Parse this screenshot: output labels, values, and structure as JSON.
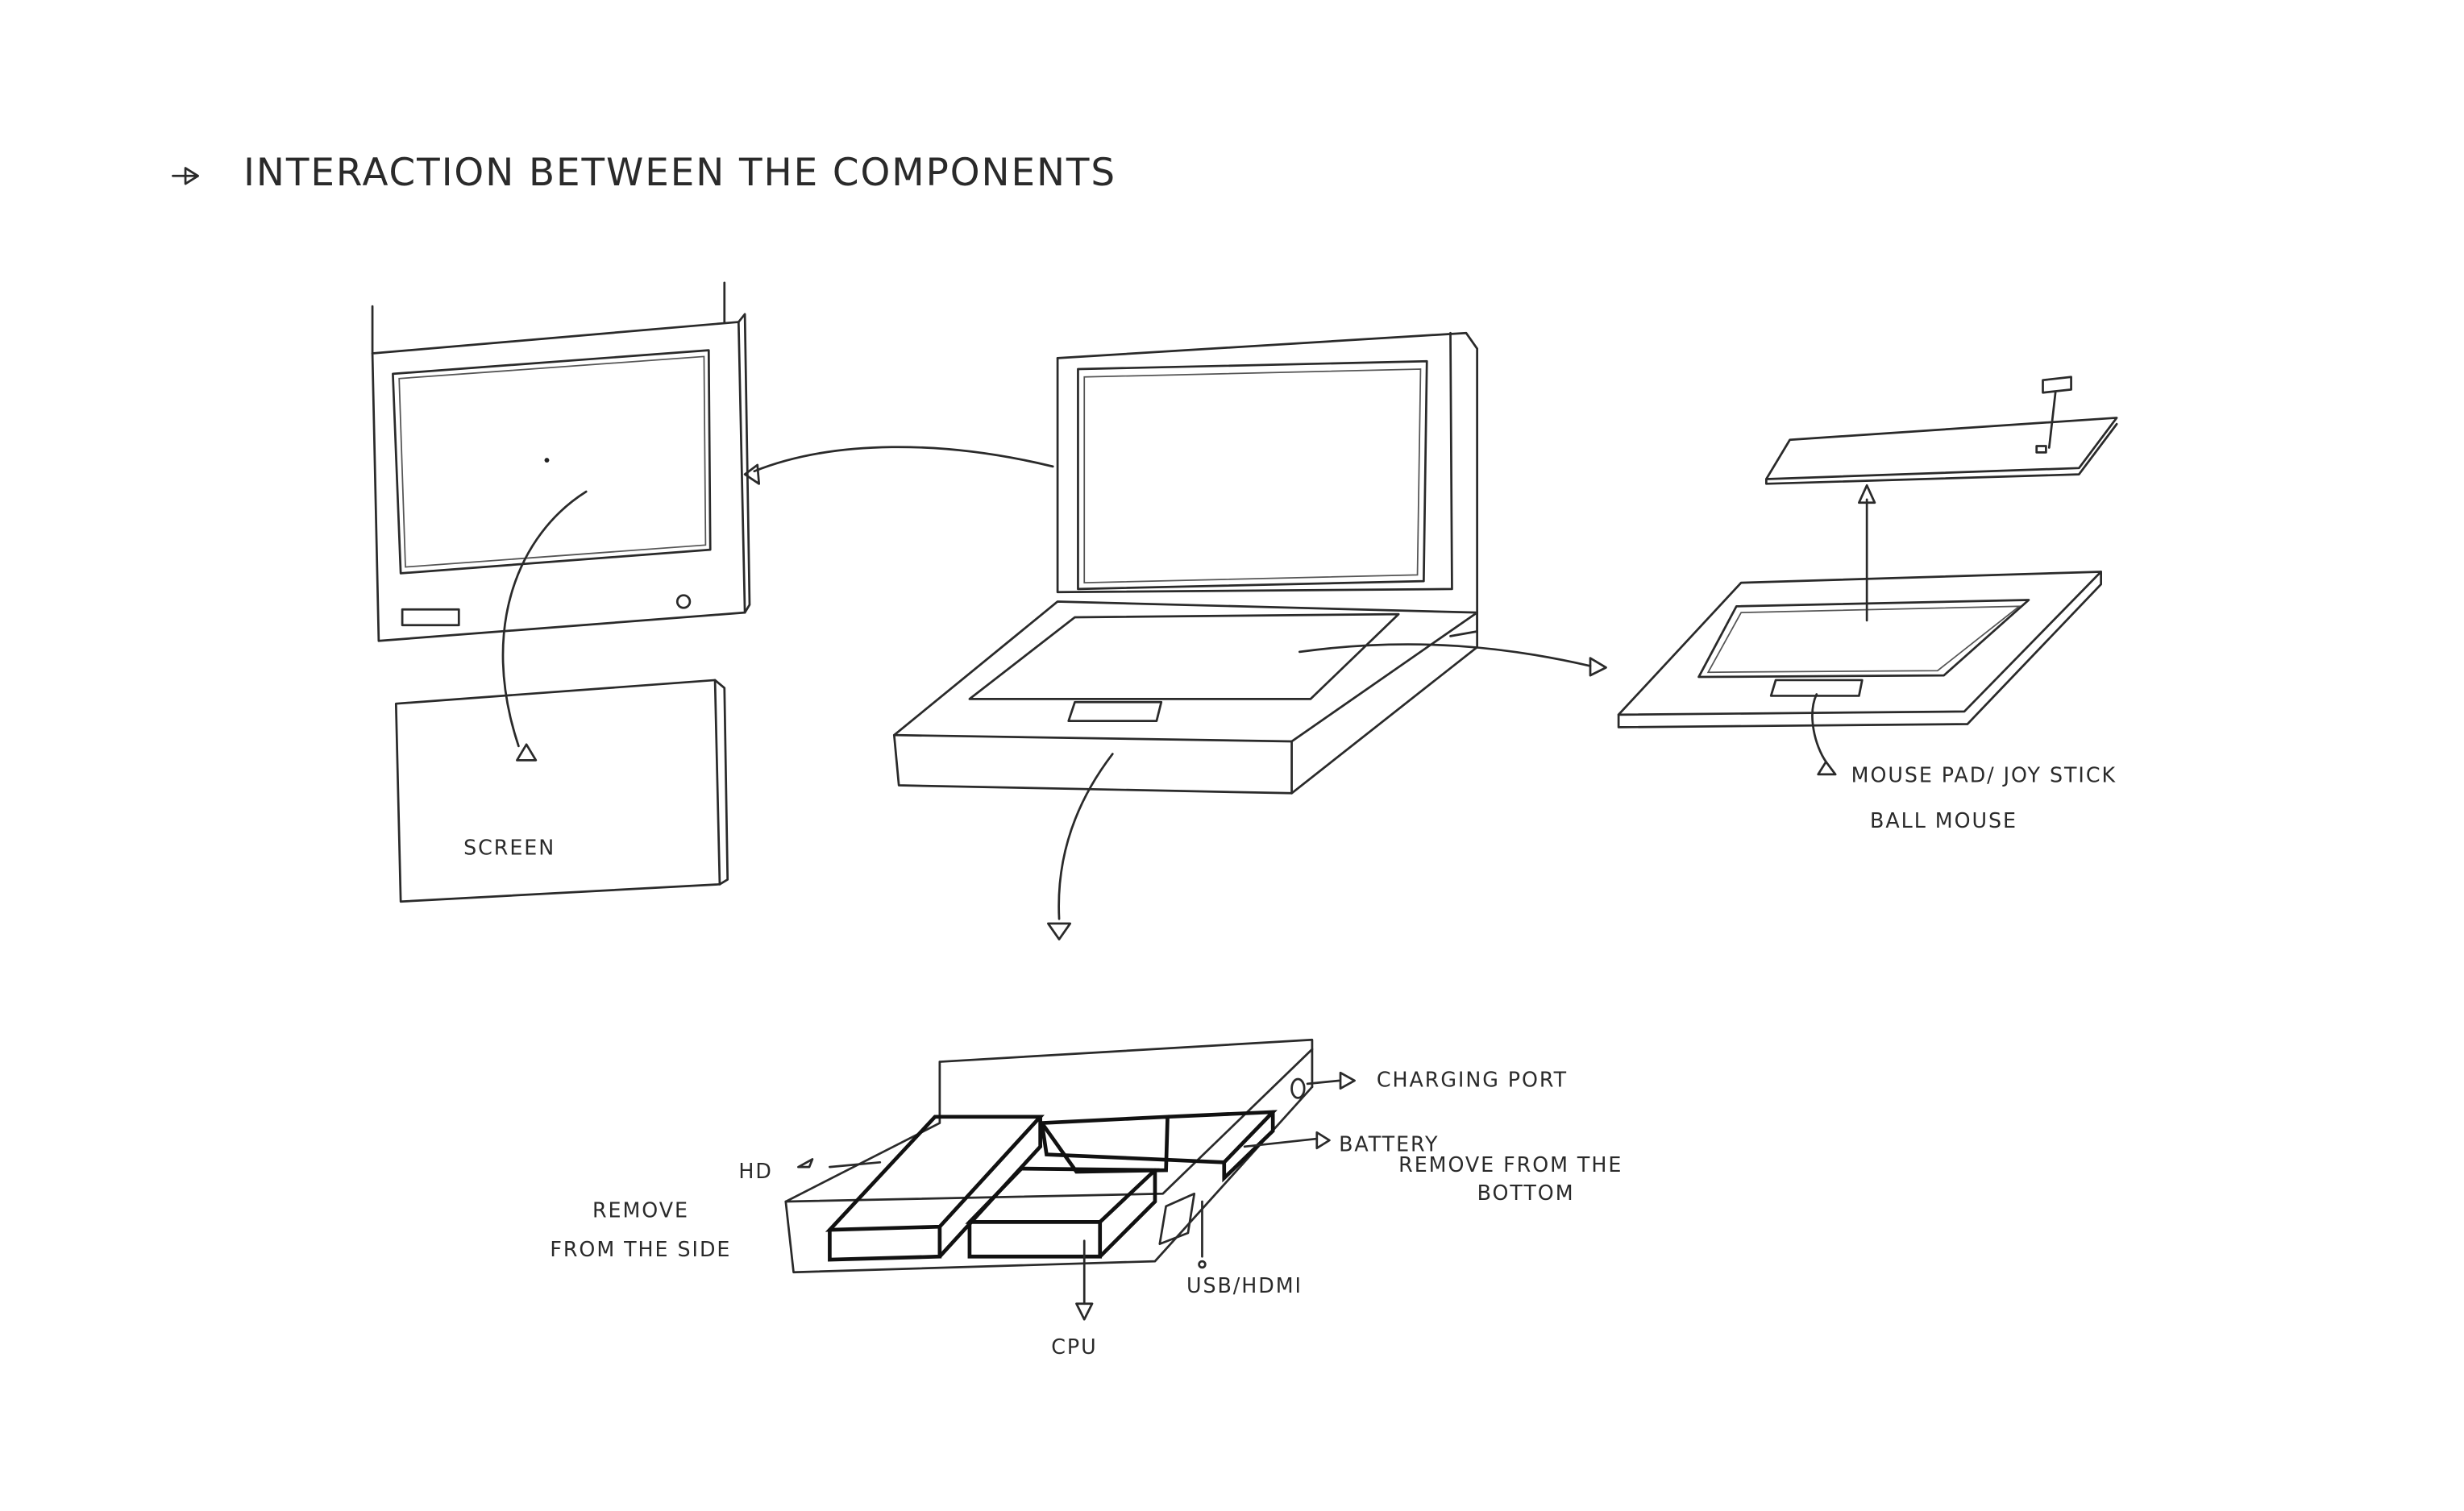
{
  "title": "INTERACTION BETWEEN THE COMPONENTS",
  "labels": {
    "screen": "SCREEN",
    "mouse_pad": "MOUSE PAD/ JOY STICK",
    "ball_mouse": "BALL MOUSE",
    "charging_port": "CHARGING PORT",
    "battery": "BATTERY",
    "remove_bottom_1": "REMOVE FROM THE",
    "remove_bottom_2": "BOTTOM",
    "hd": "HD",
    "remove_side_1": "REMOVE",
    "remove_side_2": "FROM THE SIDE",
    "usb_hdmi": "USB/HDMI",
    "cpu": "CPU"
  },
  "colors": {
    "paper": "#ffffff",
    "pencil": "#2a2a2a"
  }
}
